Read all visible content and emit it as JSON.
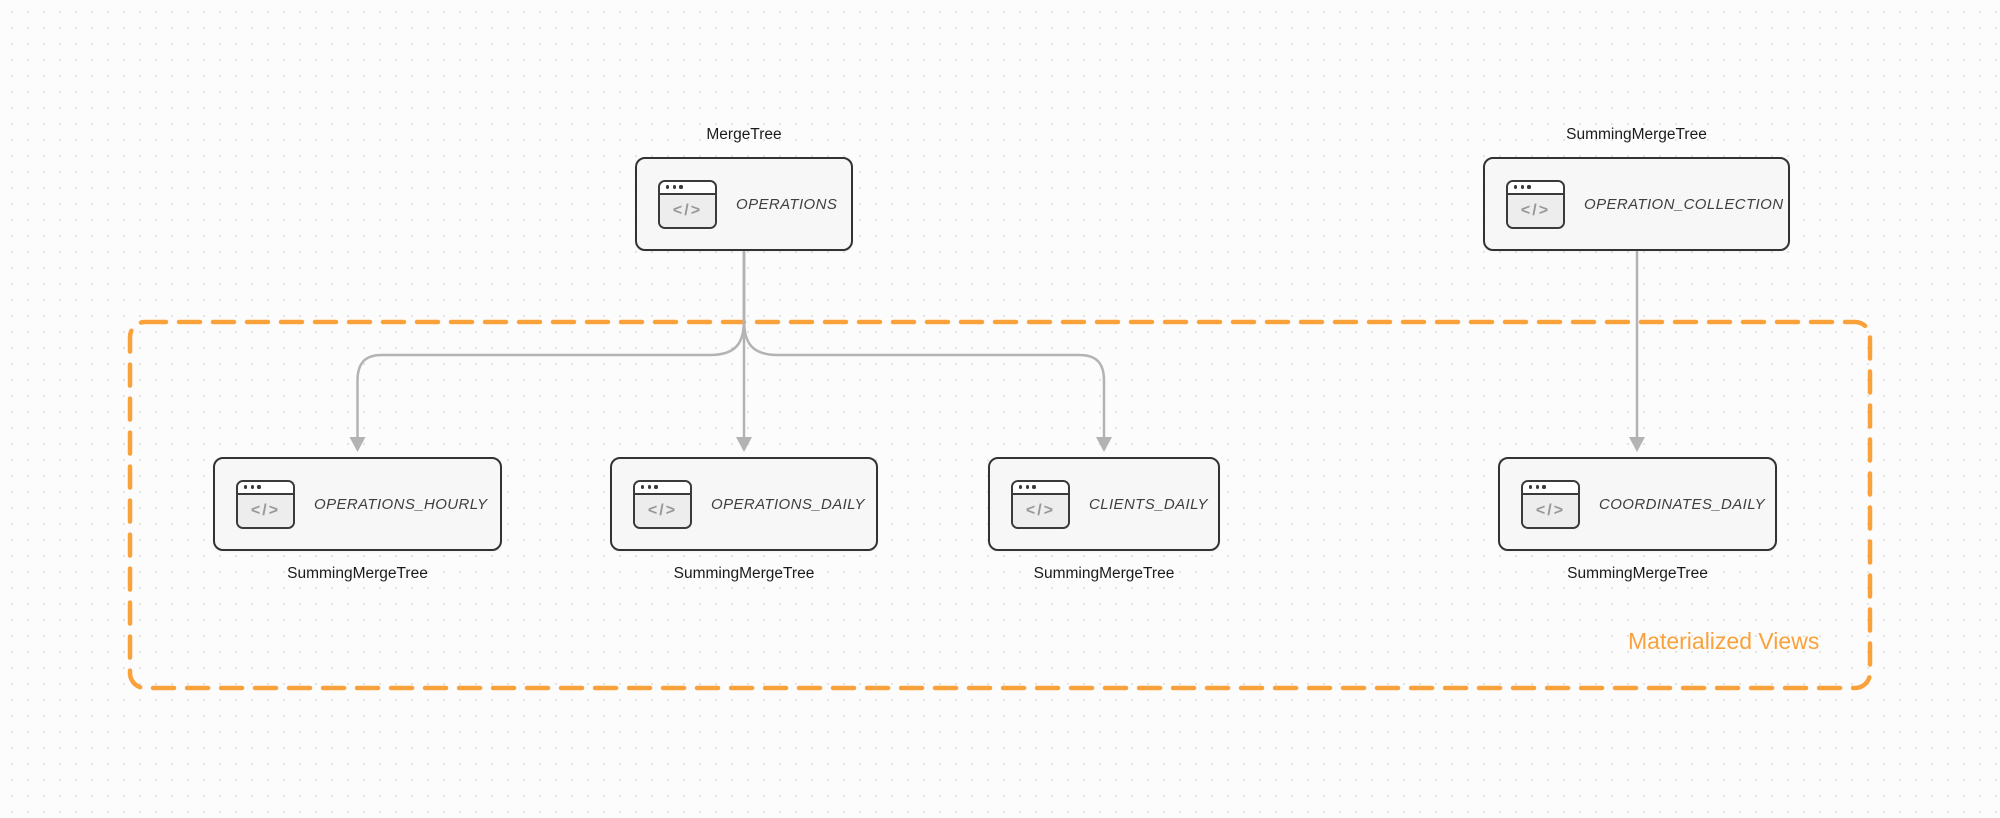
{
  "diagram": {
    "group_label": "Materialized Views",
    "icon_glyph": "</>",
    "nodes": [
      {
        "name": "OPERATIONS",
        "engine": "MergeTree",
        "engine_label_position": "top"
      },
      {
        "name": "OPERATION_COLLECTION",
        "engine": "SummingMergeTree",
        "engine_label_position": "top"
      },
      {
        "name": "OPERATIONS_HOURLY",
        "engine": "SummingMergeTree",
        "engine_label_position": "bottom"
      },
      {
        "name": "OPERATIONS_DAILY",
        "engine": "SummingMergeTree",
        "engine_label_position": "bottom"
      },
      {
        "name": "CLIENTS_DAILY",
        "engine": "SummingMergeTree",
        "engine_label_position": "bottom"
      },
      {
        "name": "COORDINATES_DAILY",
        "engine": "SummingMergeTree",
        "engine_label_position": "bottom"
      }
    ],
    "edges": [
      {
        "from": "OPERATIONS",
        "to": "OPERATIONS_HOURLY"
      },
      {
        "from": "OPERATIONS",
        "to": "OPERATIONS_DAILY"
      },
      {
        "from": "OPERATIONS",
        "to": "CLIENTS_DAILY"
      },
      {
        "from": "OPERATION_COLLECTION",
        "to": "COORDINATES_DAILY"
      }
    ],
    "colors": {
      "accent_orange": "#F9A23B",
      "node_border": "#333333",
      "node_fill": "#F6F7F6",
      "arrow_gray": "#B3B3B3"
    }
  }
}
